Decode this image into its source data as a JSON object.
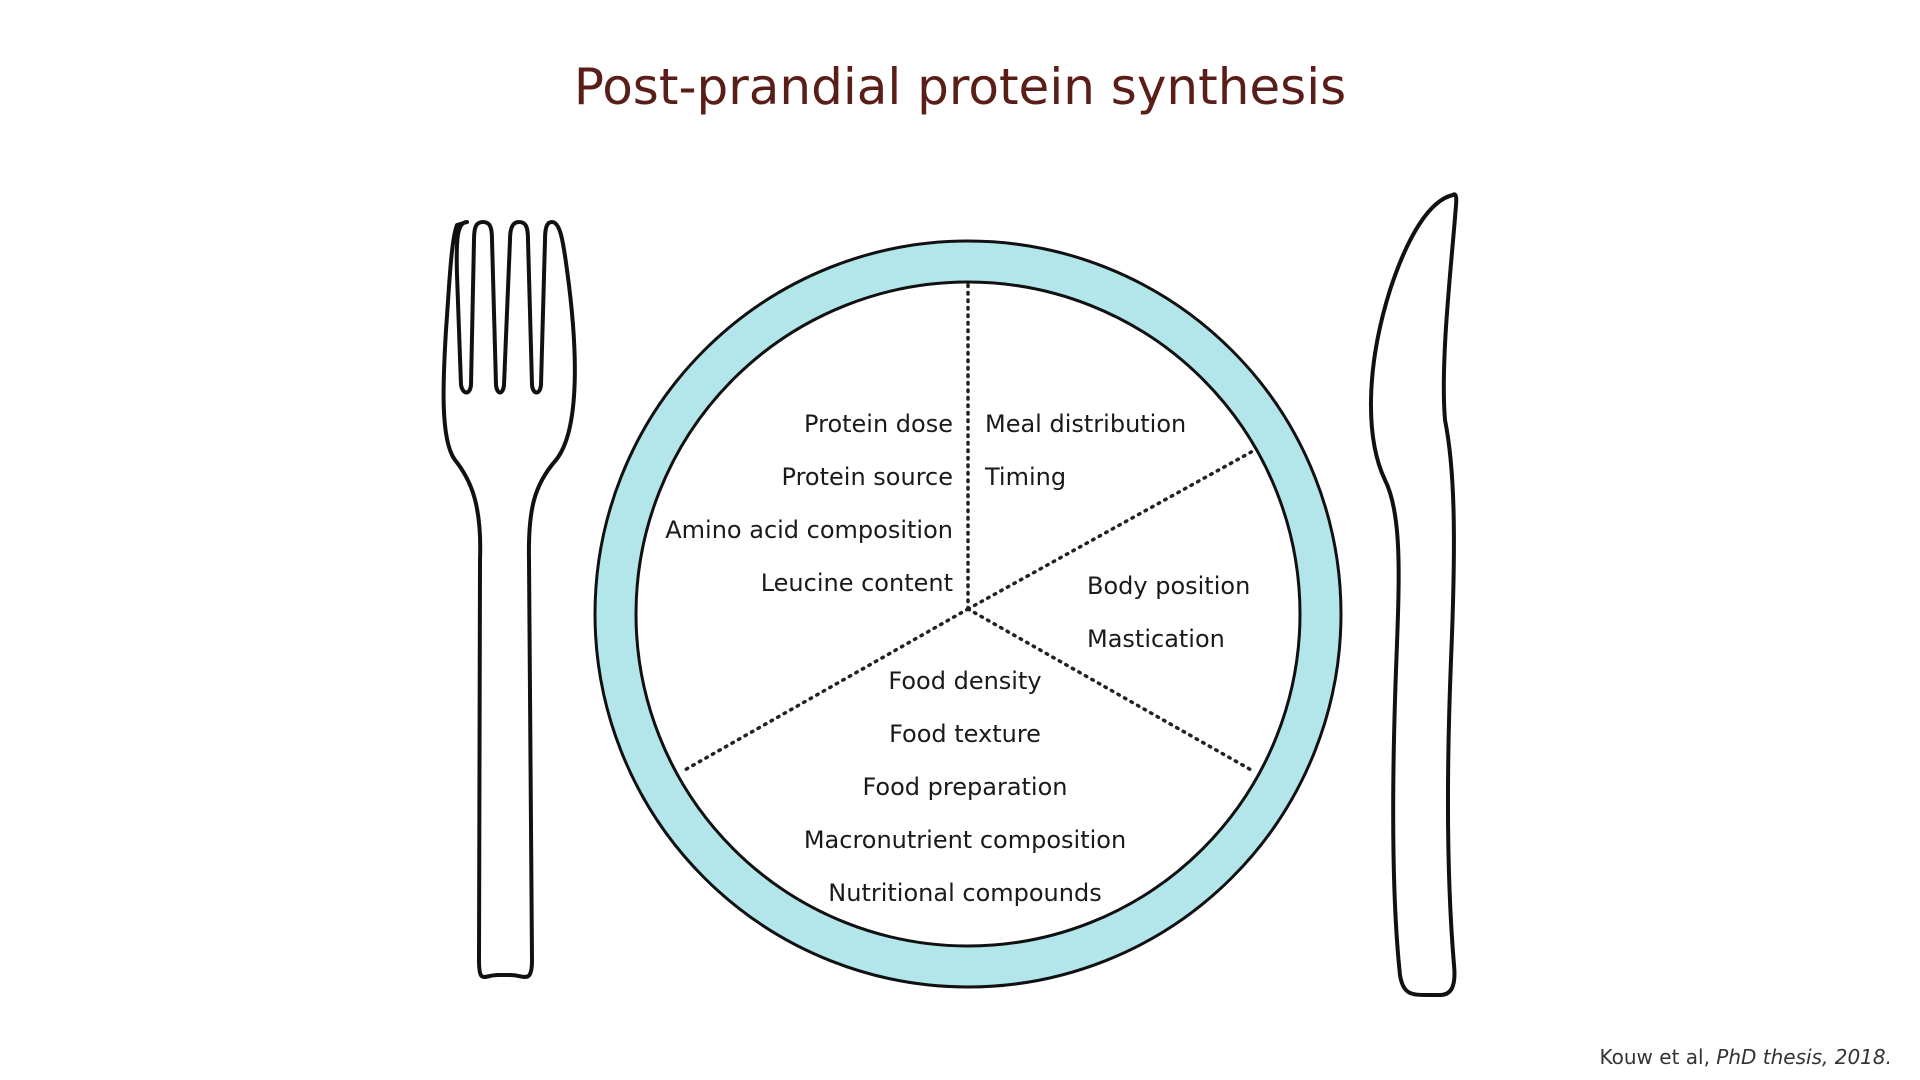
{
  "title": "Post-prandial protein synthesis",
  "plate": {
    "rim_color": "#b3e6ea",
    "segments": {
      "top_left": [
        "Protein dose",
        "Protein source",
        "Amino acid composition",
        "Leucine content"
      ],
      "top_right": [
        "Meal distribution",
        "Timing"
      ],
      "right": [
        "Body position",
        "Mastication"
      ],
      "bottom": [
        "Food density",
        "Food texture",
        "Food preparation",
        "Macronutrient composition",
        "Nutritional compounds"
      ]
    }
  },
  "citation": {
    "author": "Kouw et al,",
    "source": "PhD thesis,",
    "year": "2018."
  }
}
